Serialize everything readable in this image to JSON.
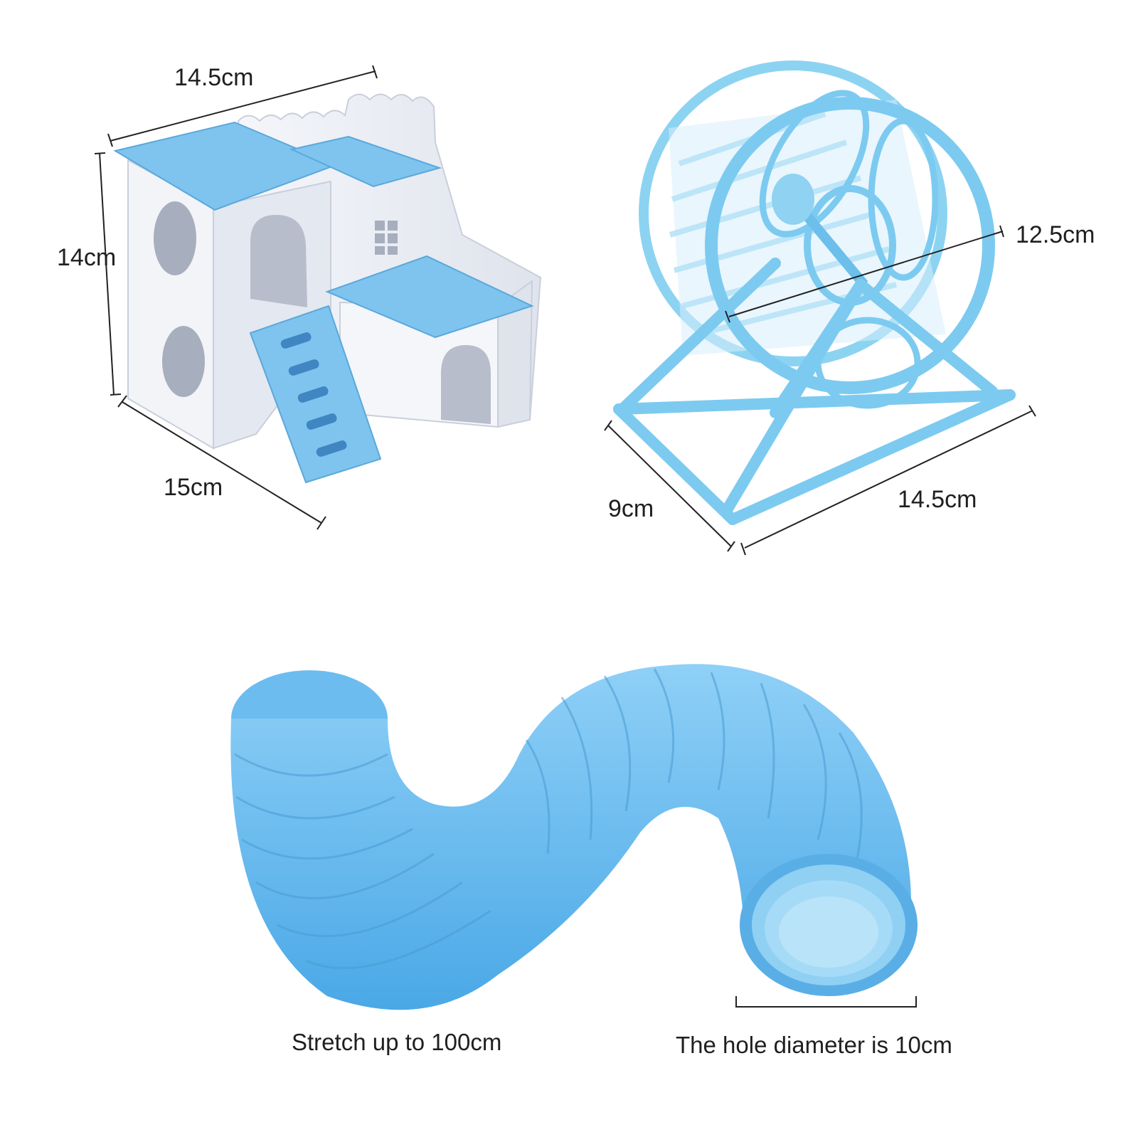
{
  "house": {
    "width_label": "14.5cm",
    "height_label": "14cm",
    "depth_label": "15cm"
  },
  "wheel": {
    "diameter_label": "12.5cm",
    "depth_label": "9cm",
    "width_label": "14.5cm"
  },
  "tunnel": {
    "stretch_caption": "Stretch up to 100cm",
    "hole_caption": "The hole diameter is 10cm"
  },
  "colors": {
    "product_blue": "#7ec4ee",
    "product_blue_dark": "#4aa3dc",
    "house_white": "#e9ecf3",
    "tunnel_blue": "#5fb3ec"
  }
}
